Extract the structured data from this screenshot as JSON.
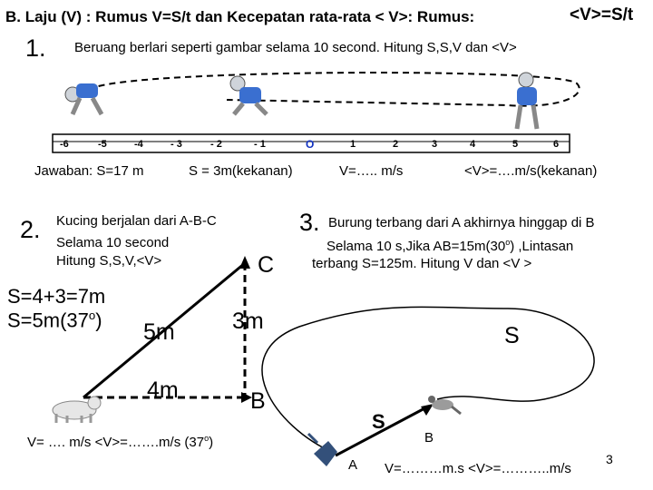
{
  "header": {
    "title": "B. Laju (V) : Rumus V=S/t dan Kecepatan rata-rata < V>: Rumus:",
    "formula": "<V>=S/t"
  },
  "problem1": {
    "number": "1.",
    "text": "Beruang berlari seperti gambar selama 10 second. Hitung S,S,V dan <V>",
    "axis_ticks": [
      "-6",
      "-5",
      "-4",
      "- 3",
      "- 2",
      "- 1",
      "O",
      "1",
      "2",
      "3",
      "4",
      "5",
      "6"
    ],
    "answer_label": "Jawaban:  S=17 m",
    "answer_disp": "S = 3m(kekanan)",
    "answer_v": "V=….. m/s",
    "answer_avg": "<V>=….m/s(kekanan)"
  },
  "problem2": {
    "number": "2.",
    "line1": "Kucing berjalan dari A-B-C",
    "line2": "Selama 10 second",
    "line3": "Hitung S,S,V,<V>",
    "work1": "S=4+3=7m",
    "work2": "S=5m(37",
    "work2_sup": "o",
    "work2_end": ")",
    "hyp_label": "5m",
    "vert_label": "3m",
    "horiz_label": "4m",
    "point_b": "B",
    "point_c": "C",
    "answer": "V= …. m/s  <V>=…….m/s (37",
    "answer_sup": "o",
    "answer_end": ")"
  },
  "problem3": {
    "number": "3.",
    "line1": "Burung terbang dari A akhirnya hinggap di B",
    "line2": "Selama 10 s,Jika AB=15m(30",
    "line2_sup": "o",
    "line2_end": ") ,Lintasan",
    "line3": "terbang S=125m. Hitung V dan <V >",
    "path_label": "S",
    "disp_label": "S",
    "point_a": "A",
    "point_b": "B",
    "answer": "V=………m.s  <V>=………..m/s"
  },
  "page_number": "3"
}
